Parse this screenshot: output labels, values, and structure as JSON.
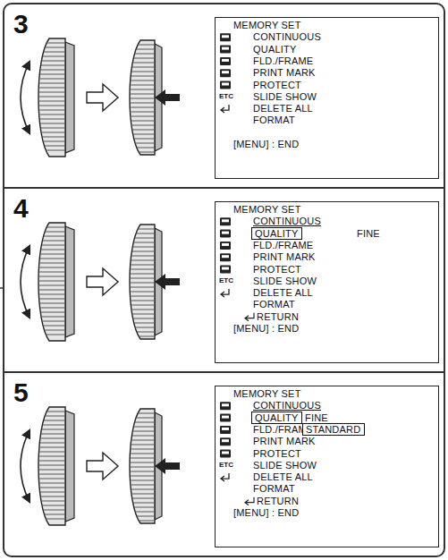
{
  "diagram": {
    "nodes": [
      {
        "text": [
          "3"
        ]
      },
      {
        "text": [
          "MEMORY SET",
          "CONTINUOUS",
          "QUALITY",
          "FLD./FRAME",
          "PRINT MARK",
          "PROTECT",
          "SLIDE SHOW",
          "DELETE ALL",
          "FORMAT",
          "[MENU] : END"
        ],
        "in": 0
      },
      {
        "text": [
          "4"
        ]
      },
      {
        "text": [
          "MEMORY SET",
          "CONTINUOUS",
          "FINE",
          "FLD./FRAME",
          "PRINT MARK",
          "PROTECT",
          "SLIDE SHOW",
          "DELETE ALL",
          "FORMAT",
          "RETURN",
          "[MENU] : END"
        ],
        "in": 2
      },
      {
        "text": [
          "QUALITY"
        ],
        "in": 3
      },
      {
        "text": [
          "5"
        ]
      },
      {
        "text": [
          "MEMORY SET",
          "CONTINUOUS",
          "FINE",
          "FLD./FRAME",
          "PRINT MARK",
          "PROTECT",
          "SLIDE SHOW",
          "DELETE ALL",
          "FORMAT",
          "RETURN",
          "[MENU] : END"
        ],
        "in": 5
      },
      {
        "text": [
          "QUALITY"
        ],
        "in": 6
      },
      {
        "text": [
          "STANDARD"
        ],
        "in": 6
      }
    ],
    "labels": [
      "ETC",
      "ETC",
      "ETC"
    ]
  }
}
